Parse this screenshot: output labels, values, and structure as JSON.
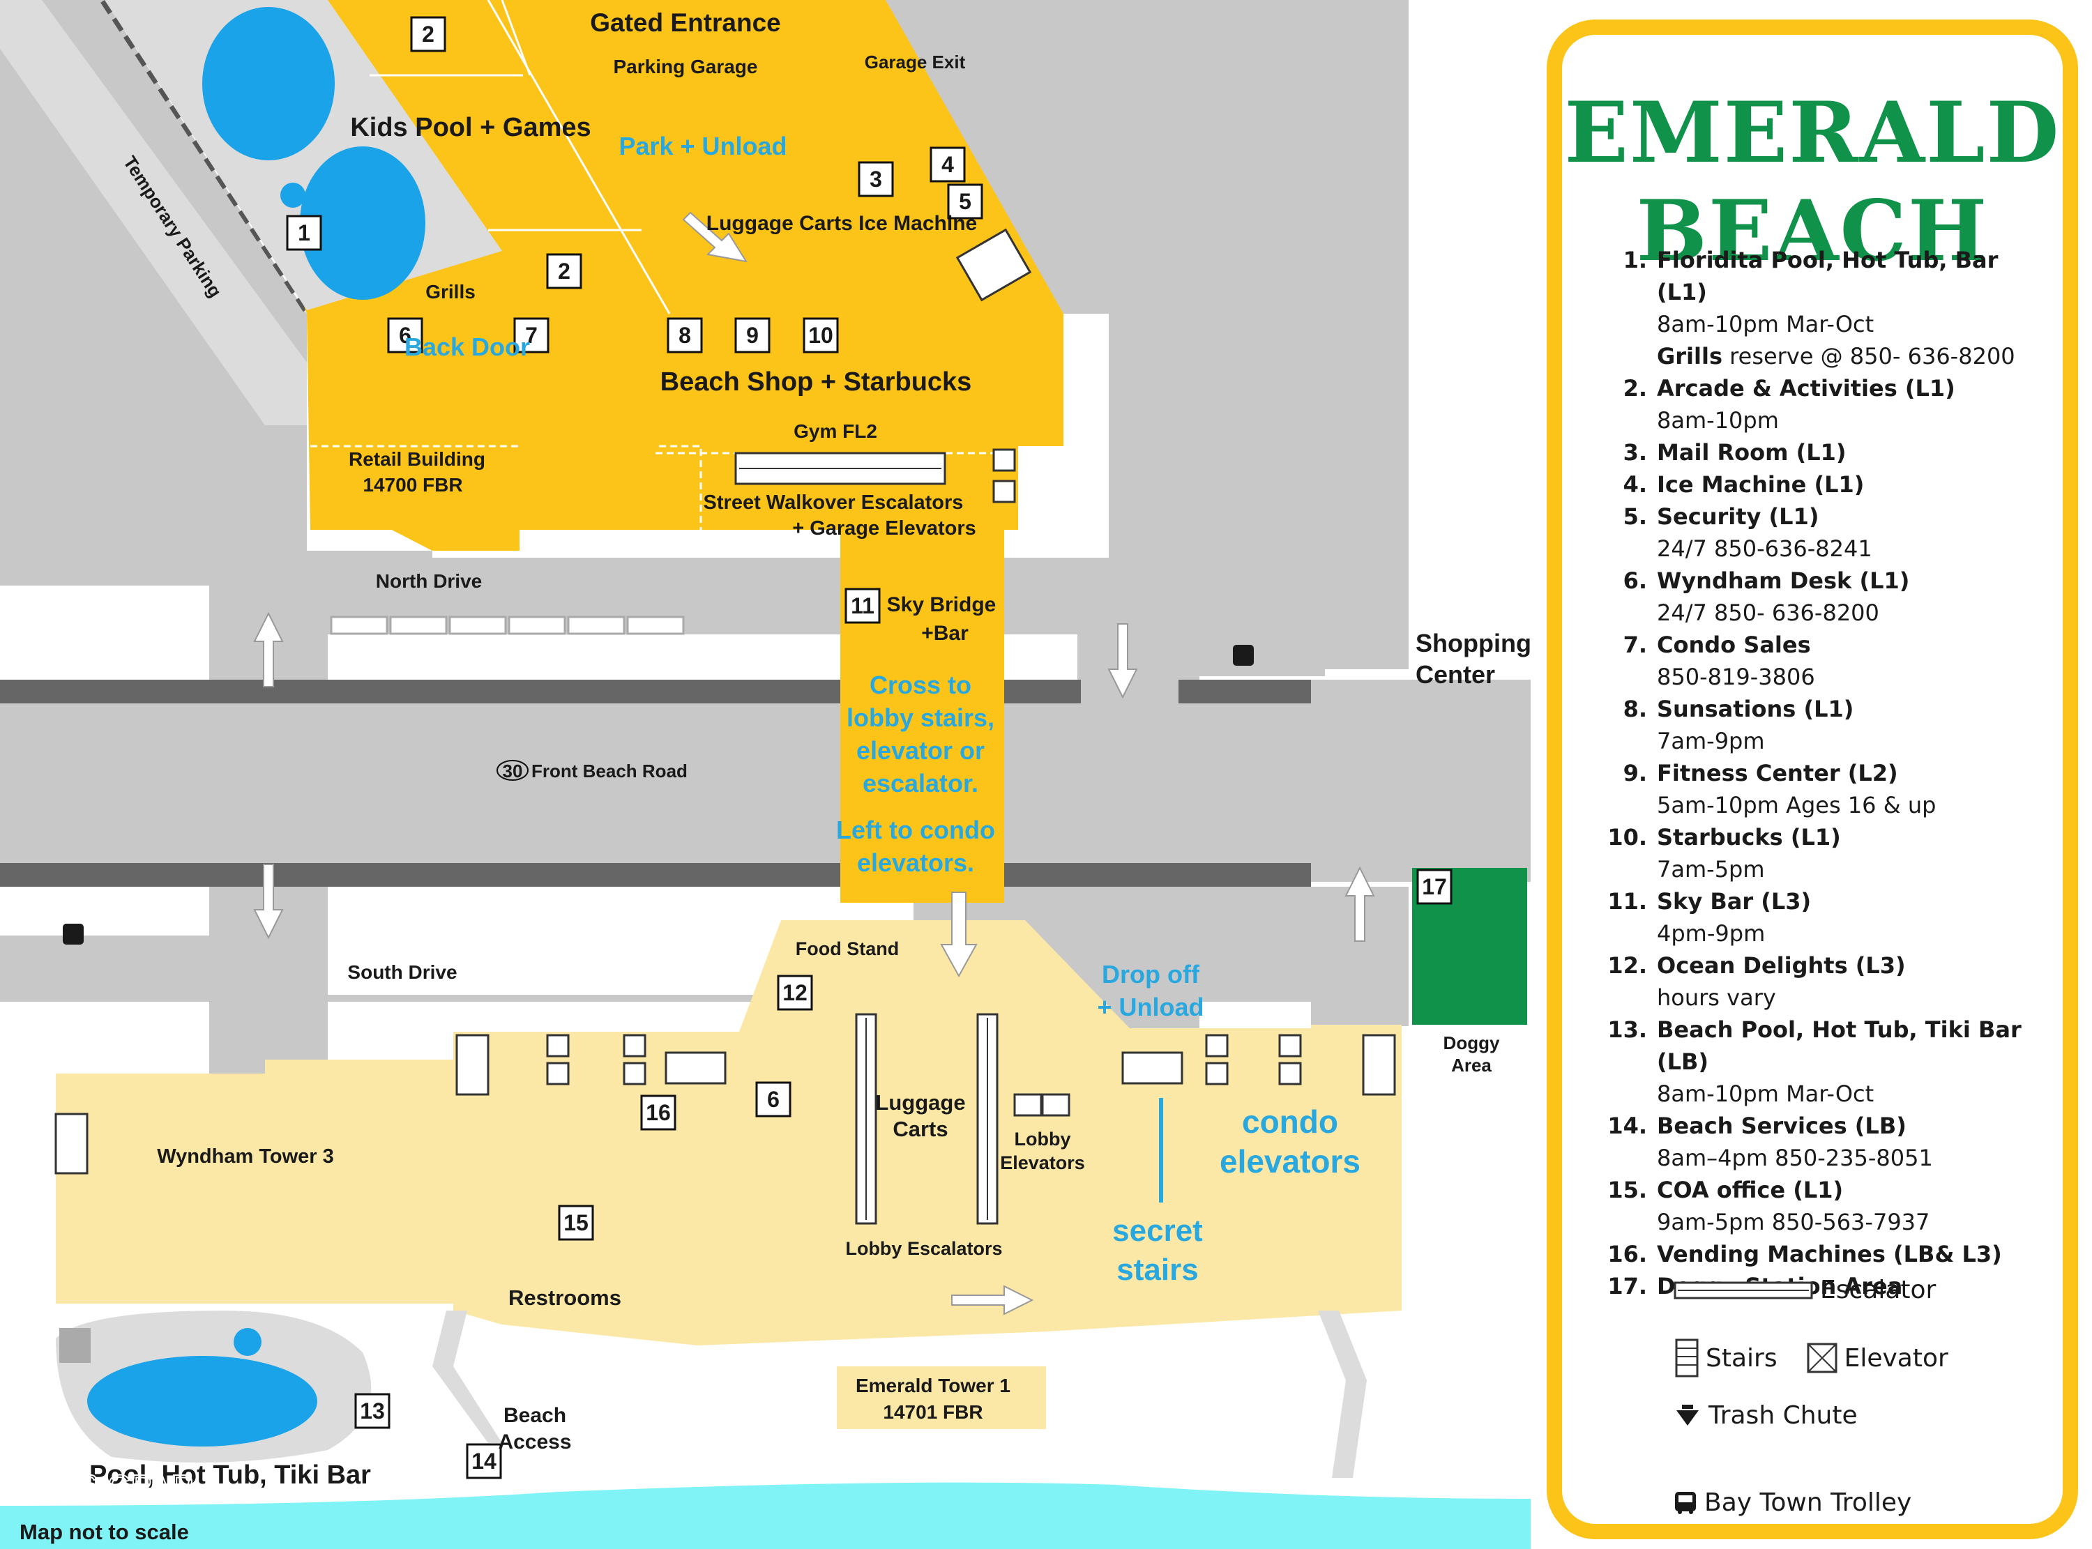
{
  "map": {
    "areas": {
      "gated_entrance": "Gated Entrance",
      "parking_garage": "Parking Garage",
      "garage_exit": "Garage Exit",
      "kids_pool": "Kids Pool + Games",
      "park_unload": "Park + Unload",
      "luggage_ice": "Luggage Carts Ice Machine",
      "temporary_parking": "Temporary Parking",
      "grills": "Grills",
      "back_door": "Back Door",
      "beach_shop": "Beach Shop + Starbucks",
      "gym": "Gym FL2",
      "retail_building": "Retail Building",
      "retail_address": "14700 FBR",
      "escalators": "Street Walkover Escalators",
      "garage_elevators": "+ Garage Elevators",
      "north_drive": "North Drive",
      "sky_bridge": "Sky Bridge",
      "sky_bar": "+Bar",
      "cross_lines": [
        "Cross to",
        "lobby stairs,",
        "elevator or",
        "escalator."
      ],
      "left_lines": [
        "Left to condo",
        "elevators."
      ],
      "shopping_center": [
        "Shopping",
        "Center"
      ],
      "route_number": "30",
      "front_beach_road": "Front Beach Road",
      "south_drive": "South Drive",
      "food_stand": "Food Stand",
      "drop_off": [
        "Drop off",
        "+ Unload"
      ],
      "doggy_area": [
        "Doggy",
        "Area"
      ],
      "wyndham_tower": "Wyndham Tower 3",
      "luggage_carts": [
        "Luggage",
        "Carts"
      ],
      "lobby_elevators": [
        "Lobby",
        "Elevators"
      ],
      "condo_elevators": [
        "condo",
        "elevators"
      ],
      "secret_stairs": [
        "secret",
        "stairs"
      ],
      "lobby_escalators": "Lobby Escalators",
      "restrooms": "Restrooms",
      "emerald_tower": "Emerald Tower 1",
      "emerald_address": "14701 FBR",
      "beach_access": [
        "Beach",
        "Access"
      ],
      "pool_tiki": "Pool, Hot Tub, Tiki Bar"
    },
    "markers": [
      "1",
      "2",
      "2",
      "3",
      "4",
      "5",
      "6",
      "7",
      "8",
      "9",
      "10",
      "11",
      "12",
      "6",
      "13",
      "14",
      "15",
      "16",
      "17"
    ],
    "watermark": "©2026 CPAR",
    "scale_note": "Map not to scale"
  },
  "panel": {
    "brand": "EMERALD BEACH",
    "items": [
      {
        "num": "1.",
        "name": "Floridita Pool, Hot Tub, Bar (L1)",
        "lines": [
          "8am-10pm Mar-Oct"
        ],
        "extra_bold": "Grills",
        "extra": " reserve @ 850- 636-8200"
      },
      {
        "num": "2.",
        "name": "Arcade & Activities (L1)",
        "lines": [
          "8am-10pm"
        ]
      },
      {
        "num": "3.",
        "name": "Mail Room (L1)",
        "lines": []
      },
      {
        "num": "4.",
        "name": "Ice Machine (L1)",
        "lines": []
      },
      {
        "num": "5.",
        "name": "Security (L1)",
        "lines": [
          "24/7 850-636-8241"
        ]
      },
      {
        "num": "6.",
        "name": "Wyndham Desk (L1)",
        "lines": [
          "24/7 850- 636-8200"
        ]
      },
      {
        "num": "7.",
        "name": " Condo Sales",
        "lines": [
          "850-819-3806"
        ]
      },
      {
        "num": "8.",
        "name": "Sunsations (L1)",
        "lines": [
          "7am-9pm"
        ]
      },
      {
        "num": "9.",
        "name": "Fitness Center (L2)",
        "lines": [
          "5am-10pm Ages 16 & up"
        ]
      },
      {
        "num": "10.",
        "name": "Starbucks (L1)",
        "lines": [
          "7am-5pm"
        ]
      },
      {
        "num": "11.",
        "name": "Sky Bar (L3)",
        "lines": [
          "4pm-9pm"
        ]
      },
      {
        "num": "12.",
        "name": "Ocean Delights (L3)",
        "lines": [
          "hours vary"
        ]
      },
      {
        "num": "13.",
        "name": "Beach Pool, Hot Tub, Tiki Bar (LB)",
        "lines": [
          "8am-10pm Mar-Oct"
        ]
      },
      {
        "num": "14.",
        "name": "Beach Services (LB)",
        "lines": [
          "8am–4pm 850-235-8051"
        ]
      },
      {
        "num": "15.",
        "name": "COA office (L1)",
        "lines": [
          "9am-5pm 850-563-7937"
        ]
      },
      {
        "num": "16.",
        "name": " Vending Machines (LB& L3)",
        "lines": []
      },
      {
        "num": "17.",
        "name": " Doggy Station Area",
        "lines": []
      }
    ],
    "legend": {
      "escalator": "Escalator",
      "stairs": "Stairs",
      "elevator": "Elevator",
      "trash": "Trash Chute",
      "trolley": "Bay Town Trolley"
    }
  },
  "colors": {
    "gold": "#fcc419",
    "sand": "#fbe8a6",
    "road": "#c8c8c8",
    "road_edge": "#666666",
    "pool": "#1aa3e8",
    "green": "#10924a",
    "water": "#7ff3f5",
    "label_blue": "#29a8e0"
  }
}
